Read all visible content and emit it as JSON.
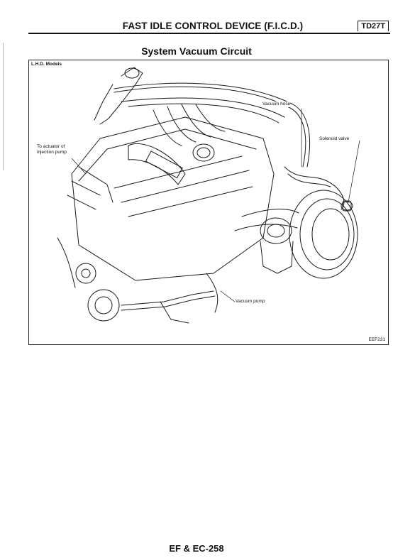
{
  "header": {
    "title": "FAST IDLE CONTROL DEVICE (F.I.C.D.)",
    "code": "TD27T"
  },
  "section": {
    "title": "System Vacuum Circuit"
  },
  "figure": {
    "models_label": "L.H.D. Models",
    "figure_code": "EEF231",
    "labels": {
      "vacuum_hose": "Vacuum hose",
      "solenoid_valve": "Solenoid valve",
      "actuator_line1": "To actuator of",
      "actuator_line2": "injection pump",
      "vacuum_pump": "Vacuum pump"
    }
  },
  "footer": {
    "page": "EF & EC-258"
  }
}
